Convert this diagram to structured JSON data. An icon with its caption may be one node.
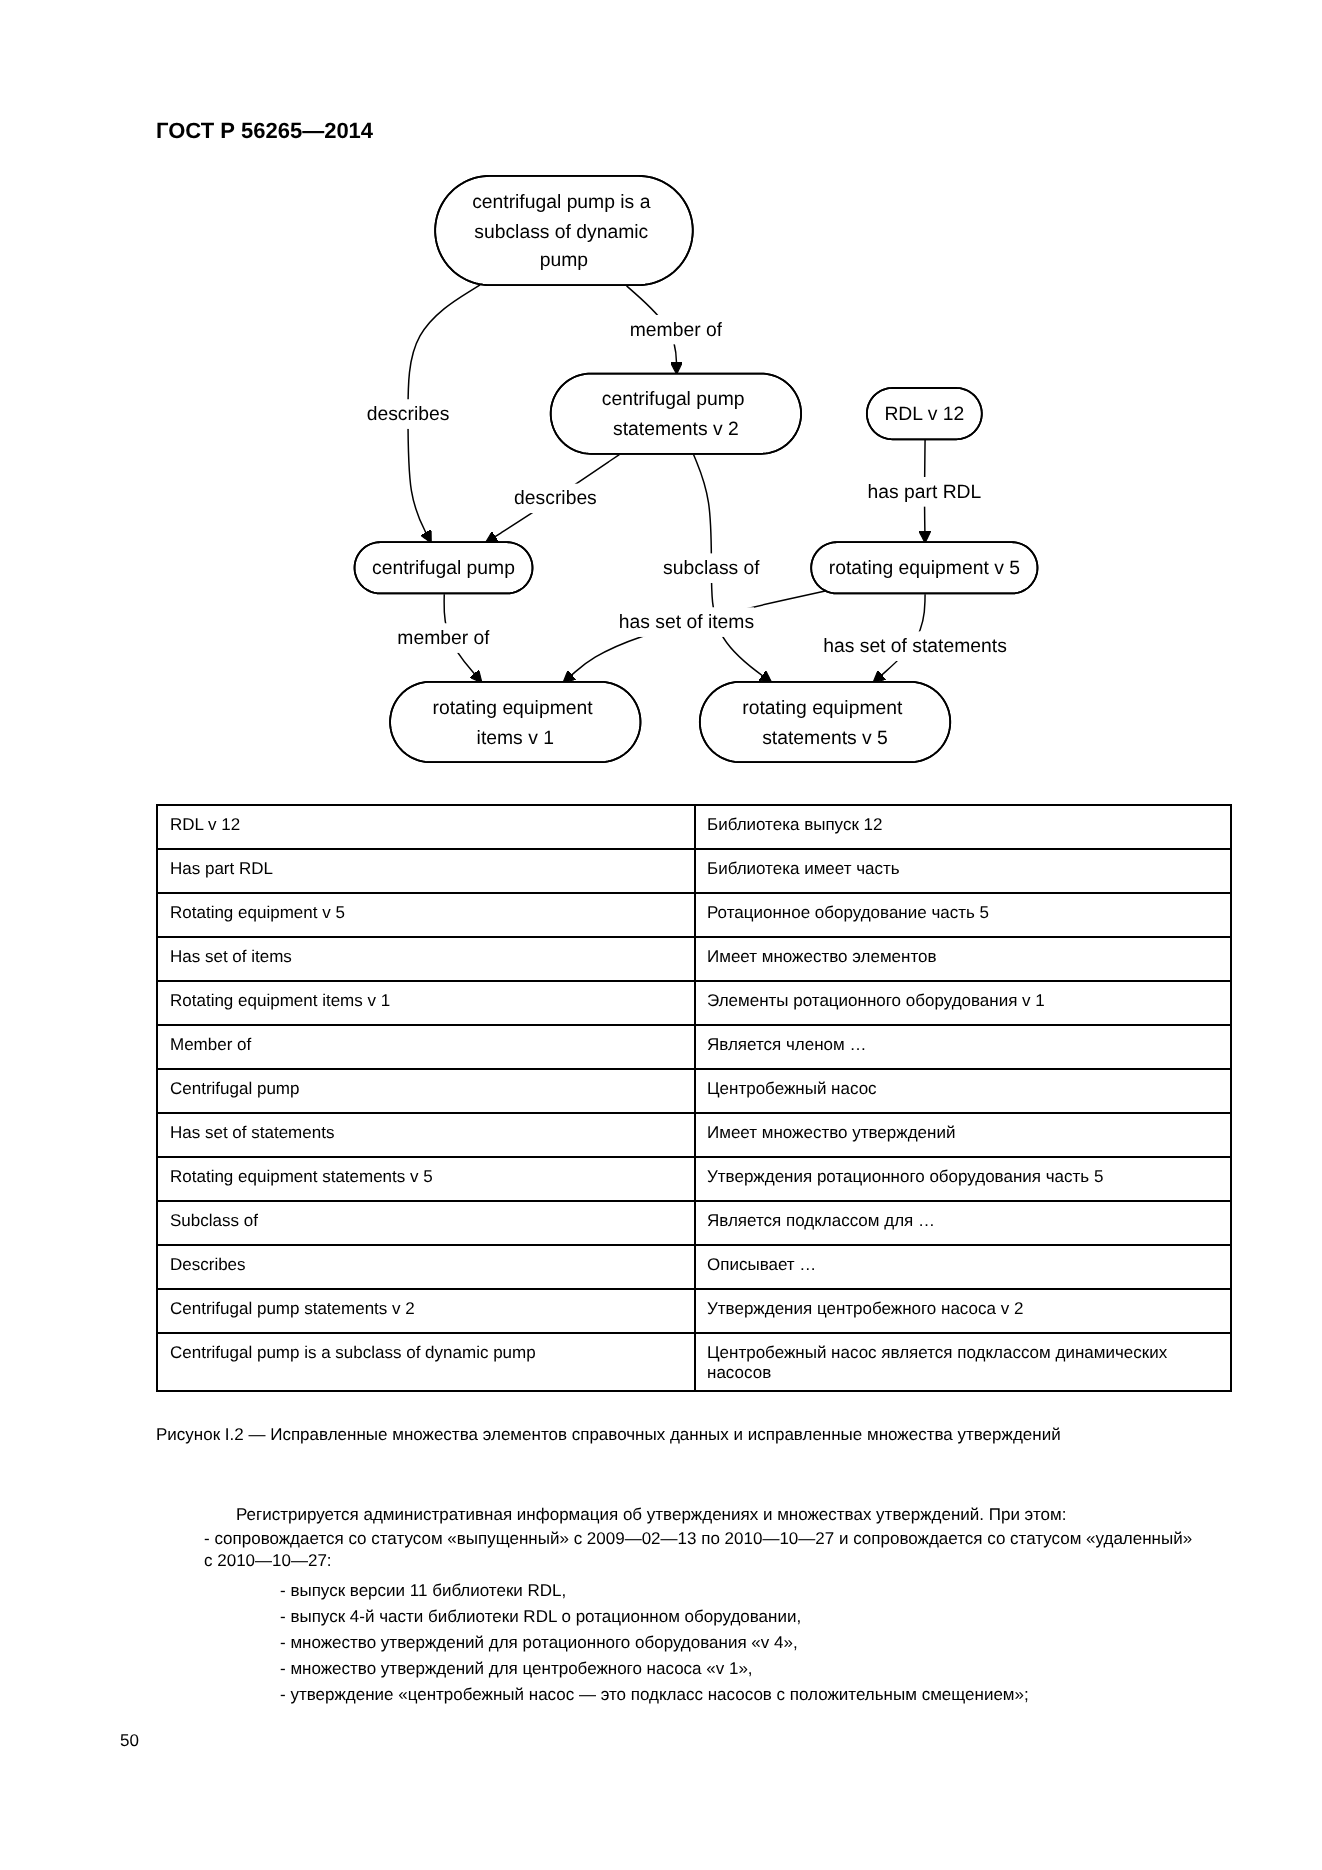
{
  "diagram": {
    "title": "ГОСТ Р 56265—2014",
    "caption": "Рисунок I.2 — Исправленные множества элементов справочных данных и исправленные множества утверждений",
    "nodes": [
      {
        "text": [
          "RDL v 12"
        ]
      },
      {
        "text": [
          "rotating equipment v 5"
        ]
      },
      {
        "text": [
          "rotating equipment items v 1"
        ]
      },
      {
        "text": [
          "centrifugal pump"
        ]
      },
      {
        "text": [
          "rotating equipment statements v 5"
        ]
      },
      {
        "text": [
          "centrifugal pump statements v 2"
        ]
      },
      {
        "text": [
          "centrifugal pump is a subclass of dynamic pump"
        ]
      }
    ],
    "edges": [
      {
        "from": 0,
        "to": 1,
        "arrow": "to",
        "label": "has part RDL"
      },
      {
        "from": 1,
        "to": 2,
        "arrow": "to",
        "label": "has set of items"
      },
      {
        "from": 1,
        "to": 4,
        "arrow": "to",
        "label": "has set of statements"
      },
      {
        "from": 3,
        "to": 2,
        "arrow": "to",
        "label": "member of"
      },
      {
        "from": 5,
        "to": 3,
        "arrow": "to",
        "label": "describes"
      },
      {
        "from": 5,
        "to": 4,
        "arrow": "to",
        "label": "subclass of"
      },
      {
        "from": 6,
        "to": 5,
        "arrow": "to",
        "label": "member of"
      },
      {
        "from": 6,
        "to": 3,
        "arrow": "to",
        "label": "describes"
      }
    ],
    "labels": [
      "RDL v 12",
      "Библиотека выпуск 12",
      "Has part RDL",
      "Библиотека имеет часть",
      "Rotating equipment v 5",
      "Ротационное оборудование часть 5",
      "Has set of items",
      "Имеет множество элементов",
      "Rotating equipment items v 1",
      "Элементы ротационного оборудования v 1",
      "Member of",
      "Является членом …",
      "Centrifugal pump",
      "Центробежный насос",
      "Has set of statements",
      "Имеет множество утверждений",
      "Rotating equipment statements v 5",
      "Утверждения ротационного оборудования часть 5",
      "Subclass of",
      "Является подклассом для …",
      "Describes",
      "Описывает …",
      "Centrifugal pump statements v 2",
      "Утверждения центробежного насоса v 2",
      "Centrifugal pump is a subclass of dynamic pump",
      "Центробежный насос является подклассом динамических насосов",
      "Регистрируется административная информация об утверждениях и множествах утверждений. При этом:",
      "- сопровождается со статусом «выпущенный» с 2009—02—13 по 2010—10—27 и сопровождается со статусом «удаленный» с 2010—10—27:",
      "- выпуск версии 11 библиотеки RDL,",
      "- выпуск 4-й части библиотеки RDL о ротационном оборудовании,",
      "- множество утверждений для ротационного оборудования «v 4»,",
      "- множество утверждений для центробежного насоса «v 1»,",
      "- утверждение «центробежный насос — это подкласс насосов с положительным смещением»;",
      "50"
    ]
  }
}
